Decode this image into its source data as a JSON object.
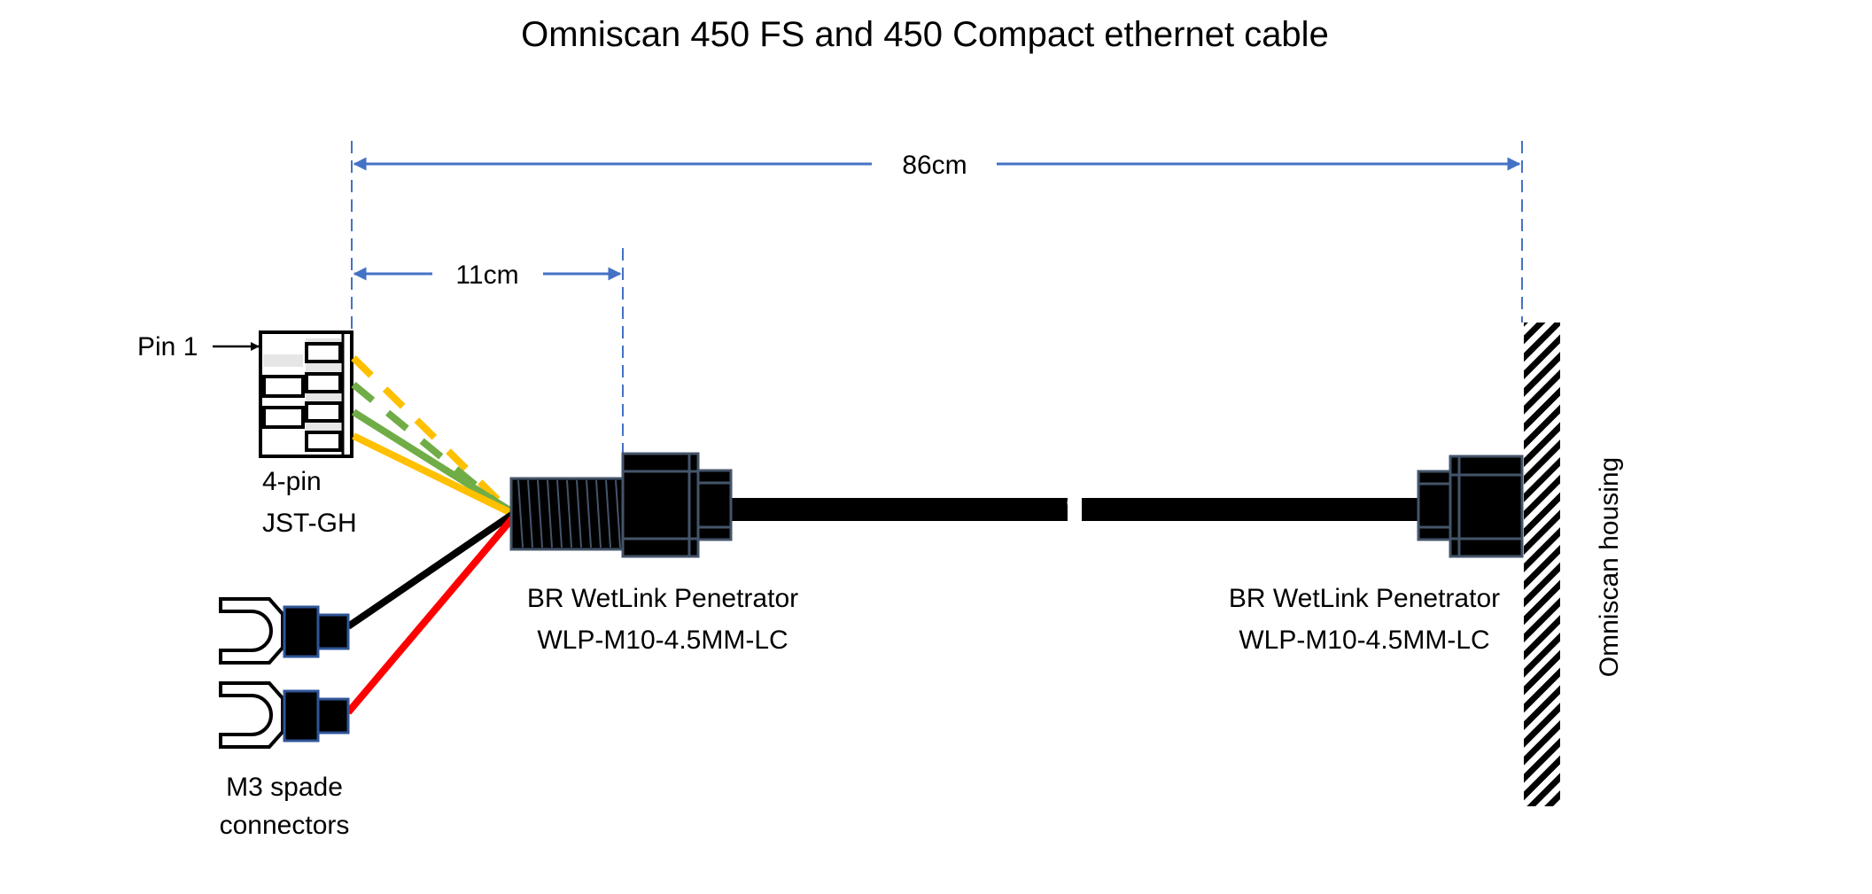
{
  "title": "Omniscan 450 FS and 450 Compact ethernet cable",
  "dimensions": {
    "overall": "86cm",
    "pigtail": "11cm"
  },
  "labels": {
    "pin1": "Pin 1",
    "jst_line1": "4-pin",
    "jst_line2": "JST-GH",
    "spade_line1": "M3 spade",
    "spade_line2": "connectors",
    "penetrator_left_line1": "BR WetLink Penetrator",
    "penetrator_left_line2": "WLP-M10-4.5MM-LC",
    "penetrator_right_line1": "BR WetLink Penetrator",
    "penetrator_right_line2": "WLP-M10-4.5MM-LC",
    "housing": "Omniscan housing"
  },
  "colors": {
    "dimension": "#4472C4",
    "wire_yellow": "#FFC000",
    "wire_green": "#70AD47",
    "wire_black": "#000000",
    "wire_red": "#FF0000",
    "connector_outline": "#44546A"
  }
}
